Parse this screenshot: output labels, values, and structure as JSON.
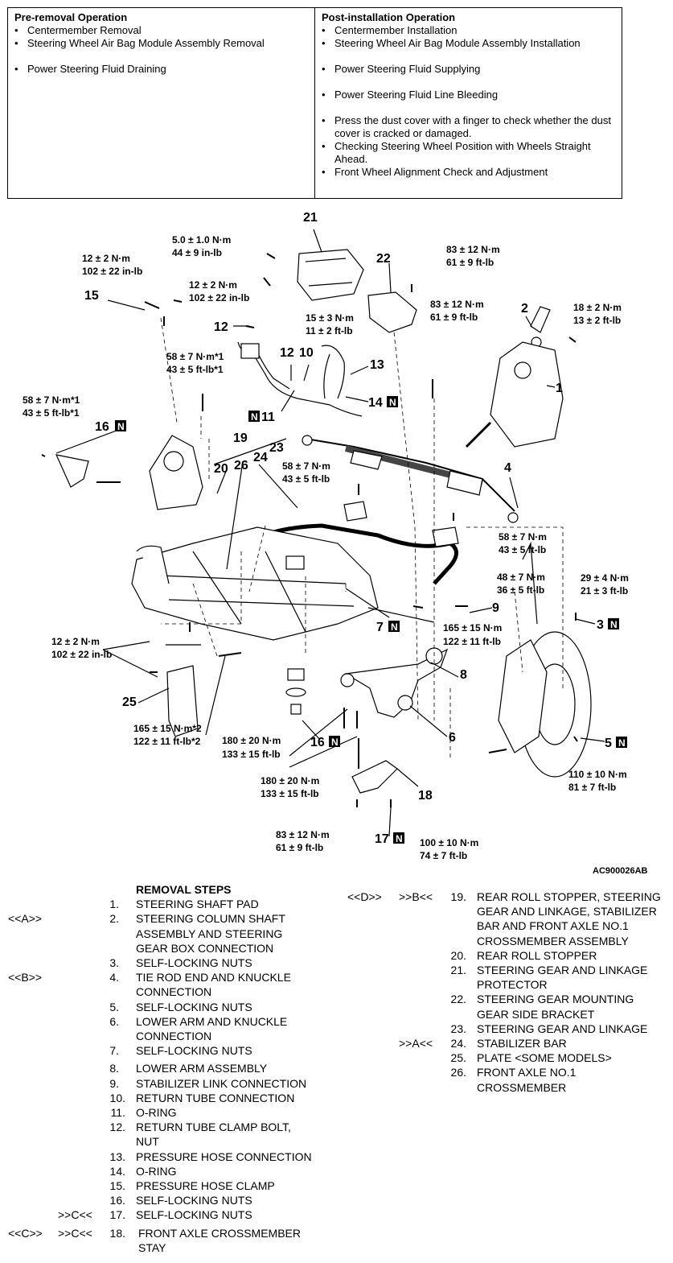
{
  "ops": {
    "pre": {
      "title": "Pre-removal Operation",
      "items": [
        "Centermember Removal",
        "Steering Wheel Air Bag Module Assembly Removal",
        "Power Steering Fluid Draining"
      ]
    },
    "post": {
      "title": "Post-installation Operation",
      "items": [
        "Centermember Installation",
        "Steering Wheel Air Bag Module Assembly Installation",
        "Power Steering Fluid Supplying",
        "Power Steering Fluid Line Bleeding",
        "Press the dust cover with a finger to check whether the dust cover is cracked or damaged.",
        "Checking Steering Wheel Position with Wheels Straight Ahead.",
        "Front Wheel Alignment Check and Adjustment"
      ]
    }
  },
  "diagram": {
    "code": "AC900026AB",
    "callouts": [
      "21",
      "22",
      "2",
      "1",
      "15",
      "12",
      "12",
      "10",
      "13",
      "14",
      "11",
      "16",
      "19",
      "23",
      "20",
      "26",
      "24",
      "4",
      "9",
      "3",
      "7",
      "8",
      "6",
      "25",
      "16",
      "5",
      "18",
      "17"
    ],
    "n_badge": "N",
    "torques": [
      {
        "nm": "5.0 ± 1.0 N·m",
        "imp": "44 ± 9 in-lb"
      },
      {
        "nm": "12 ± 2 N·m",
        "imp": "102 ± 22 in-lb"
      },
      {
        "nm": "12 ± 2 N·m",
        "imp": "102 ± 22 in-lb"
      },
      {
        "nm": "83 ± 12 N·m",
        "imp": "61 ± 9 ft-lb"
      },
      {
        "nm": "83 ± 12 N·m",
        "imp": "61 ± 9 ft-lb"
      },
      {
        "nm": "18 ± 2 N·m",
        "imp": "13 ± 2 ft-lb"
      },
      {
        "nm": "15 ± 3 N·m",
        "imp": "11 ± 2 ft-lb"
      },
      {
        "nm": "58 ± 7 N·m*1",
        "imp": "43 ± 5 ft-lb*1"
      },
      {
        "nm": "58 ± 7 N·m*1",
        "imp": "43 ± 5 ft-lb*1"
      },
      {
        "nm": "58 ± 7 N·m",
        "imp": "43 ± 5 ft-lb"
      },
      {
        "nm": "58 ± 7 N·m",
        "imp": "43 ± 5 ft-lb"
      },
      {
        "nm": "48 ± 7 N·m",
        "imp": "36 ± 5 ft-lb"
      },
      {
        "nm": "29 ± 4 N·m",
        "imp": "21 ± 3 ft-lb"
      },
      {
        "nm": "165 ± 15 N·m",
        "imp": "122 ± 11 ft-lb"
      },
      {
        "nm": "12 ± 2 N·m",
        "imp": "102 ± 22 in-lb"
      },
      {
        "nm": "165 ± 15 N·m*2",
        "imp": "122 ± 11 ft-lb*2"
      },
      {
        "nm": "180 ± 20 N·m",
        "imp": "133 ± 15 ft-lb"
      },
      {
        "nm": "180 ± 20 N·m",
        "imp": "133 ± 15 ft-lb"
      },
      {
        "nm": "110 ± 10 N·m",
        "imp": "81 ± 7 ft-lb"
      },
      {
        "nm": "83 ± 12 N·m",
        "imp": "61 ± 9 ft-lb"
      },
      {
        "nm": "100 ± 10 N·m",
        "imp": "74 ± 7 ft-lb"
      }
    ]
  },
  "removal": {
    "title": "REMOVAL STEPS",
    "steps": [
      {
        "num": "1.",
        "text": "STEERING SHAFT PAD",
        "pre": "",
        "post": ""
      },
      {
        "num": "2.",
        "text": "STEERING COLUMN SHAFT ASSEMBLY AND STEERING GEAR BOX CONNECTION",
        "pre": "<<A>>",
        "post": ""
      },
      {
        "num": "3.",
        "text": "SELF-LOCKING NUTS",
        "pre": "",
        "post": ""
      },
      {
        "num": "4.",
        "text": "TIE ROD END AND KNUCKLE CONNECTION",
        "pre": "<<B>>",
        "post": ""
      },
      {
        "num": "5.",
        "text": "SELF-LOCKING NUTS",
        "pre": "",
        "post": ""
      },
      {
        "num": "6.",
        "text": "LOWER ARM AND KNUCKLE CONNECTION",
        "pre": "",
        "post": ""
      },
      {
        "num": "7.",
        "text": "SELF-LOCKING NUTS",
        "pre": "",
        "post": ""
      },
      {
        "num": "8.",
        "text": "LOWER ARM ASSEMBLY",
        "pre": "",
        "post": ""
      },
      {
        "num": "9.",
        "text": "STABILIZER LINK CONNECTION",
        "pre": "",
        "post": ""
      },
      {
        "num": "10.",
        "text": "RETURN TUBE CONNECTION",
        "pre": "",
        "post": ""
      },
      {
        "num": "11.",
        "text": "O-RING",
        "pre": "",
        "post": ""
      },
      {
        "num": "12.",
        "text": "RETURN TUBE CLAMP BOLT, NUT",
        "pre": "",
        "post": ""
      },
      {
        "num": "13.",
        "text": "PRESSURE HOSE CONNECTION",
        "pre": "",
        "post": ""
      },
      {
        "num": "14.",
        "text": "O-RING",
        "pre": "",
        "post": ""
      },
      {
        "num": "15.",
        "text": "PRESSURE HOSE CLAMP",
        "pre": "",
        "post": ""
      },
      {
        "num": "16.",
        "text": "SELF-LOCKING NUTS",
        "pre": "",
        "post": ""
      },
      {
        "num": "17.",
        "text": "SELF-LOCKING NUTS",
        "pre": "",
        "post": ">>C<<"
      },
      {
        "num": "18.",
        "text": "FRONT AXLE CROSSMEMBER STAY",
        "pre": "<<C>>",
        "post": ">>C<<"
      },
      {
        "num": "19.",
        "text": "REAR ROLL STOPPER, STEERING GEAR AND LINKAGE, STABILIZER BAR AND FRONT AXLE NO.1 CROSSMEMBER ASSEMBLY",
        "pre": "<<D>>",
        "post": ">>B<<"
      },
      {
        "num": "20.",
        "text": "REAR ROLL STOPPER",
        "pre": "",
        "post": ""
      },
      {
        "num": "21.",
        "text": "STEERING GEAR AND LINKAGE PROTECTOR",
        "pre": "",
        "post": ""
      },
      {
        "num": "22.",
        "text": "STEERING GEAR MOUNTING GEAR SIDE BRACKET",
        "pre": "",
        "post": ""
      },
      {
        "num": "23.",
        "text": "STEERING GEAR AND LINKAGE",
        "pre": "",
        "post": ""
      },
      {
        "num": "24.",
        "text": "STABILIZER BAR",
        "pre": "",
        "post": ">>A<<"
      },
      {
        "num": "25.",
        "text": "PLATE <SOME MODELS>",
        "pre": "",
        "post": ""
      },
      {
        "num": "26.",
        "text": "FRONT AXLE NO.1 CROSSMEMBER",
        "pre": "",
        "post": ""
      }
    ]
  }
}
